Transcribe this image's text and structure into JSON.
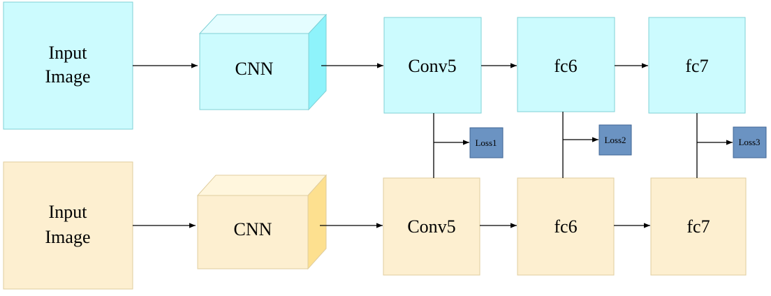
{
  "colors": {
    "top_fill": "#ccfbfe",
    "top_stroke": "#7fd0d6",
    "cube_top_face": "#e4fdff",
    "cube_side_face": "#8ef3fb",
    "bottom_fill": "#fdefd0",
    "bottom_stroke": "#e0cd9e",
    "cube2_top_face": "#fff6dd",
    "cube2_side_face": "#fde08f",
    "loss_fill": "#6b93c2",
    "loss_stroke": "#3f6694",
    "arrow": "#000000"
  },
  "top_branch": {
    "input_line1": "Input",
    "input_line2": "Image",
    "cnn": "CNN",
    "conv5": "Conv5",
    "fc6": "fc6",
    "fc7": "fc7"
  },
  "bottom_branch": {
    "input_line1": "Input",
    "input_line2": "Image",
    "cnn": "CNN",
    "conv5": "Conv5",
    "fc6": "fc6",
    "fc7": "fc7"
  },
  "losses": [
    "Loss1",
    "Loss2",
    "Loss3"
  ]
}
